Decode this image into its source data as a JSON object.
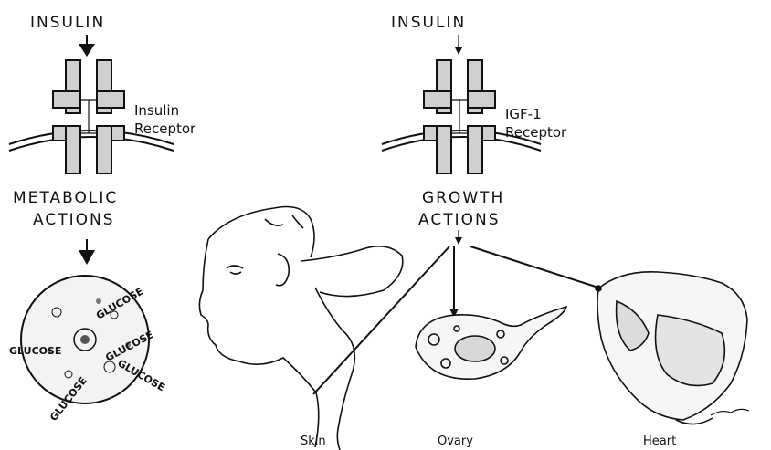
{
  "left_panel": {
    "hormone": "INSULIN",
    "receptor_line1": "Insulin",
    "receptor_line2": "Receptor",
    "actions_line1": "METABOLIC",
    "actions_line2": "ACTIONS",
    "cell_labels": [
      "GLUCOSE",
      "GLUCOSE",
      "GLUCOSE",
      "GLUCOSE",
      "GLUCOSE"
    ]
  },
  "right_panel": {
    "hormone": "INSULIN",
    "receptor_line1": "IGF-1",
    "receptor_line2": "Receptor",
    "actions_line1": "GROWTH",
    "actions_line2": "ACTIONS"
  },
  "targets": {
    "skin": "Skin",
    "ovary": "Ovary",
    "heart": "Heart"
  }
}
